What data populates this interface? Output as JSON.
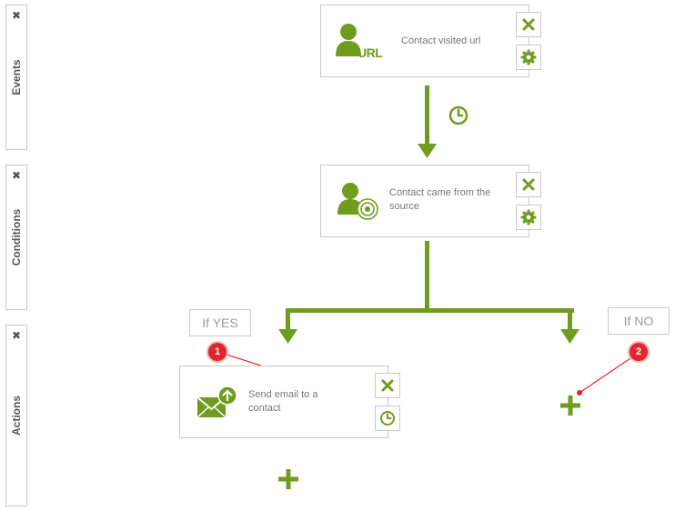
{
  "colors": {
    "accent": "#6f9b1e",
    "border": "#c9c9c9",
    "marker": "#e0262c"
  },
  "sidebar": {
    "events": {
      "label": "Events",
      "close": "✖"
    },
    "conditions": {
      "label": "Conditions",
      "close": "✖"
    },
    "actions": {
      "label": "Actions",
      "close": "✖"
    }
  },
  "nodes": {
    "event": {
      "text": "Contact visited url",
      "icon_label": "URL",
      "icon": "user-url-icon"
    },
    "condition": {
      "text": "Contact came from the source",
      "icon": "user-target-icon"
    },
    "action": {
      "text": "Send email to a contact",
      "icon": "email-upload-icon"
    }
  },
  "branches": {
    "yes": "If YES",
    "no": "If NO"
  },
  "markers": {
    "one": "1",
    "two": "2"
  }
}
